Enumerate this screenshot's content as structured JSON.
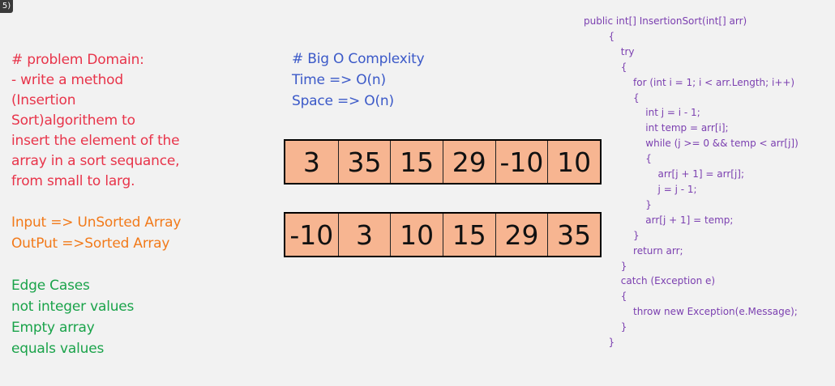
{
  "badge": "5)",
  "problem": {
    "lines": [
      "# problem Domain:",
      "- write a method",
      "(Insertion",
      "Sort)algorithem to",
      "insert the element of the",
      "array in a sort sequance,",
      "from small to larg."
    ]
  },
  "io": {
    "lines": [
      "Input => UnSorted Array",
      "OutPut =>Sorted Array"
    ]
  },
  "edge_cases": {
    "lines": [
      "Edge Cases",
      "not integer values",
      "Empty array",
      "equals values"
    ]
  },
  "big_o": {
    "lines": [
      "# Big O Complexity",
      "Time => O(n)",
      "Space => O(n)"
    ]
  },
  "arrays": {
    "unsorted": [
      "3",
      "35",
      "15",
      "29",
      "-10",
      "10"
    ],
    "sorted": [
      "-10",
      "3",
      "10",
      "15",
      "29",
      "35"
    ]
  },
  "code": {
    "lines": [
      "public int[] InsertionSort(int[] arr)",
      "        {",
      "            try",
      "            {",
      "                for (int i = 1; i < arr.Length; i++)",
      "                {",
      "                    int j = i - 1;",
      "                    int temp = arr[i];",
      "                    while (j >= 0 && temp < arr[j])",
      "                    {",
      "                        arr[j + 1] = arr[j];",
      "                        j = j - 1;",
      "                    }",
      "                    arr[j + 1] = temp;",
      "                }",
      "                return arr;",
      "            }",
      "            catch (Exception e)",
      "            {",
      "                throw new Exception(e.Message);",
      "            }",
      "        }"
    ]
  },
  "colors": {
    "problem": "#e8344a",
    "io": "#f27a1a",
    "edge": "#1aa34a",
    "bigo": "#3b59c8",
    "code": "#7b3fb0",
    "cell_fill": "#f7b591"
  }
}
